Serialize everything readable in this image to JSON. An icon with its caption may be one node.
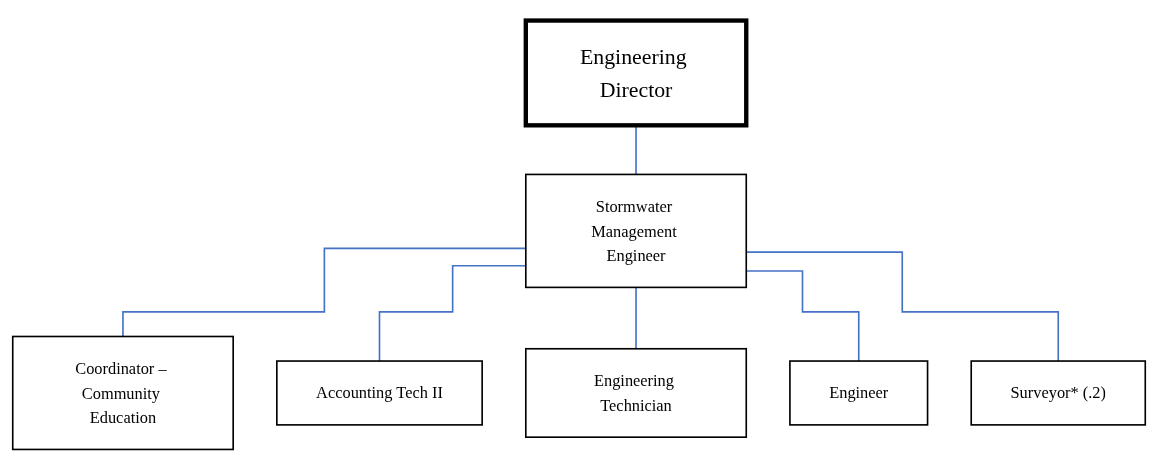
{
  "diagram": {
    "nodes": [
      {
        "text": [
          "Engineering Director"
        ]
      },
      {
        "text": [
          "Stormwater Management Engineer"
        ]
      },
      {
        "text": [
          "Coordinator – Community Education"
        ]
      },
      {
        "text": [
          "Accounting Tech II"
        ]
      },
      {
        "text": [
          "Engineering Technician"
        ]
      },
      {
        "text": [
          "Engineer"
        ]
      },
      {
        "text": [
          "Surveyor* (.2)"
        ]
      }
    ],
    "edges": [
      {
        "from": 0,
        "to": 1,
        "arrow": "none"
      },
      {
        "from": 1,
        "to": 2,
        "arrow": "none"
      },
      {
        "from": 1,
        "to": 3,
        "arrow": "none"
      },
      {
        "from": 1,
        "to": 4,
        "arrow": "none"
      },
      {
        "from": 1,
        "to": 5,
        "arrow": "none"
      },
      {
        "from": 1,
        "to": 6,
        "arrow": "none"
      }
    ]
  }
}
